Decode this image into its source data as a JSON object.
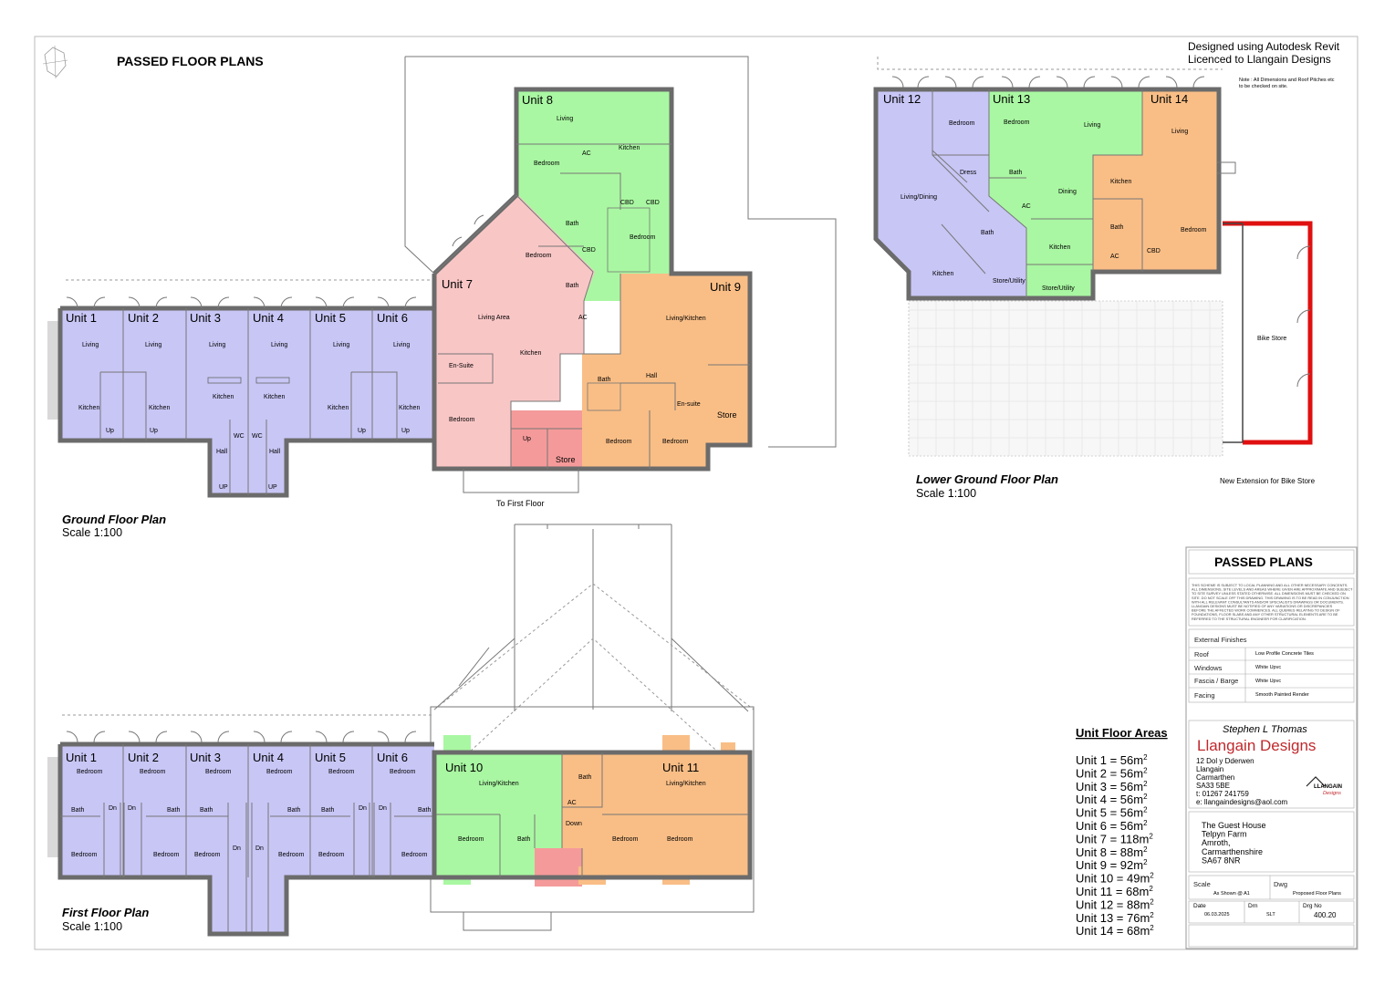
{
  "sheet_title": "PASSED FLOOR PLANS",
  "designed": [
    "Designed using Autodesk Revit",
    "Licenced to Llangain Designs"
  ],
  "note": [
    "Note : All Dimensions and Roof Pitches etc",
    "to be checked on site."
  ],
  "plans": {
    "ground": {
      "title": "Ground Floor Plan",
      "scale": "Scale 1:100",
      "to_first_floor": "To First Floor"
    },
    "lower": {
      "title": "Lower Ground Floor Plan",
      "scale": "Scale 1:100",
      "bike_store": "Bike Store",
      "extension": "New Extension for Bike Store"
    },
    "first": {
      "title": "First Floor Plan",
      "scale": "Scale 1:100"
    }
  },
  "units": {
    "u1": "Unit 1",
    "u2": "Unit 2",
    "u3": "Unit 3",
    "u4": "Unit 4",
    "u5": "Unit 5",
    "u6": "Unit 6",
    "u7": "Unit 7",
    "u8": "Unit 8",
    "u9": "Unit 9",
    "u10": "Unit 10",
    "u11": "Unit 11",
    "u12": "Unit 12",
    "u13": "Unit 13",
    "u14": "Unit 14"
  },
  "rooms": {
    "living": "Living",
    "kitchen": "Kitchen",
    "bedroom": "Bedroom",
    "bath": "Bath",
    "hall": "Hall",
    "up": "Up",
    "up_caps": "UP",
    "wc": "WC",
    "store": "Store",
    "ensuite_cap": "En-Suite",
    "ensuite": "En-suite",
    "living_area": "Living Area",
    "living_kitchen": "Living/Kitchen",
    "living_dining": "Living/Dining",
    "dress": "Dress",
    "dining": "Dining",
    "ac": "AC",
    "cbd": "CBD",
    "store_utility": "Store/Utility",
    "down": "Down",
    "dn": "Dn"
  },
  "floor_areas": {
    "title": "Unit Floor Areas",
    "sup": "2",
    "items": [
      {
        "label": "Unit 1 = 56m"
      },
      {
        "label": "Unit 2 = 56m"
      },
      {
        "label": "Unit 3 = 56m"
      },
      {
        "label": "Unit 4 = 56m"
      },
      {
        "label": "Unit 5 = 56m"
      },
      {
        "label": "Unit 6 = 56m"
      },
      {
        "label": "Unit 7 = 118m"
      },
      {
        "label": "Unit 8 = 88m"
      },
      {
        "label": "Unit 9 = 92m"
      },
      {
        "label": "Unit 10 = 49m"
      },
      {
        "label": "Unit 11 = 68m"
      },
      {
        "label": "Unit 12 = 88m"
      },
      {
        "label": "Unit 13 = 76m"
      },
      {
        "label": "Unit 14 = 68m"
      }
    ]
  },
  "title_block": {
    "heading": "PASSED PLANS",
    "disclaimer": [
      "THIS SCHEME IS SUBJECT TO LOCAL PLANNING AND ALL OTHER NECESSARY CONCENTS.",
      "ALL DIMENSIONS, SITE LEVELS AND AREAS WHERE GIVEN ARE APPROXIMATE AND SUBJECT",
      "TO SITE SURVEY UNLESS STATED OTHERWISE. ALL DIMENSIONS MUST BE CHECKED ON",
      "SITE. DO NOT SCALE OFF THIS DRAWING. THIS DRAWING IS TO BE READ IN CONJUNCTION",
      "WITH ALL RELEVANT CONSULTANTS AND/OR SPECIALISTS DRAWINGS OR DOCUMENTS.",
      "LLANGAIN DESIGNS MUST BE NOTIFIED OF ANY VARIATIONS OR DISCREPANCIES",
      "BEFORE THE AFFECTED WORK COMMENCES. ALL QUERIES RELATING TO DESIGN OF",
      "FOUNDATIONS, FLOOR SLABS AND ANY OTHER STRUCTURAL ELEMENTS ARE TO BE",
      "REFERRED TO THE STRUCTURAL ENGINEER FOR CLARIFICATION."
    ],
    "finishes_title": "External Finishes",
    "finishes": [
      {
        "item": "Roof",
        "value": "Low Profile Concrete Tiles"
      },
      {
        "item": "Windows",
        "value": "White Upvc"
      },
      {
        "item": "Fascia / Barge",
        "value": "White Upvc"
      },
      {
        "item": "Facing",
        "value": "Smooth Painted Render"
      }
    ],
    "signature": "Stephen L Thomas",
    "company": "Llangain Designs",
    "address": [
      "12 Dol y Dderwen",
      "Llangain",
      "Carmarthen",
      "SA33 5BE",
      "t: 01267 241759",
      "e: llangaindesigns@aol.com"
    ],
    "logo_text": [
      "LLANGAIN",
      "Designs"
    ],
    "project": [
      "The Guest House",
      "Telpyn Farm",
      "Amroth,",
      "Carmarthenshire",
      "SA67 8NR"
    ],
    "scale_label": "Scale",
    "scale_value": "As Shown @ A1",
    "dwg_label": "Dwg",
    "dwg_value": "Proposed Floor Plans",
    "date_label": "Date",
    "date_value": "06.03.2025",
    "drn_label": "Drn",
    "drn_value": "SLT",
    "drgno_label": "Drg No",
    "drgno_value": "400.20"
  },
  "colors": {
    "units_1_6_12": "#c8c6f5",
    "units_8_10_13": "#a9f7a2",
    "unit_7": "#f9c6c6",
    "units_9_11_14": "#f9be86",
    "stairs": "#f59a9a",
    "extension_wall": "#e01010"
  }
}
